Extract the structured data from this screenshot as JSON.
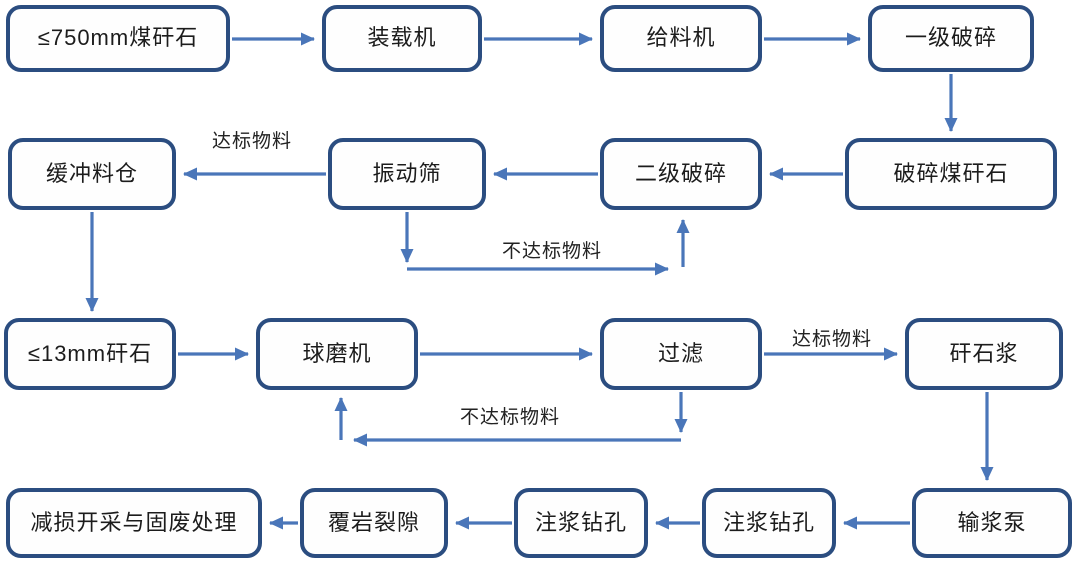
{
  "diagram": {
    "type": "flowchart",
    "background": "#ffffff",
    "colors": {
      "box_border": "#2b4d80",
      "box_fill": "#fefefe",
      "arrow": "#4a76b9",
      "text": "#1c1c1c"
    },
    "nodes": [
      {
        "id": "raw-gangue",
        "label": "≤750mm煤矸石"
      },
      {
        "id": "loader",
        "label": "装载机"
      },
      {
        "id": "feeder",
        "label": "给料机"
      },
      {
        "id": "primary-crusher",
        "label": "一级破碎"
      },
      {
        "id": "crushed-gangue",
        "label": "破碎煤矸石"
      },
      {
        "id": "secondary-crusher",
        "label": "二级破碎"
      },
      {
        "id": "vibrating-screen",
        "label": "振动筛"
      },
      {
        "id": "buffer-bin",
        "label": "缓冲料仓"
      },
      {
        "id": "small-gangue",
        "label": "≤13mm矸石"
      },
      {
        "id": "ball-mill",
        "label": "球磨机"
      },
      {
        "id": "filter",
        "label": "过滤"
      },
      {
        "id": "gangue-slurry",
        "label": "矸石浆"
      },
      {
        "id": "slurry-pump",
        "label": "输浆泵"
      },
      {
        "id": "grouting-borehole-1",
        "label": "注浆钻孔"
      },
      {
        "id": "grouting-borehole-2",
        "label": "注浆钻孔"
      },
      {
        "id": "overburden-fissure",
        "label": "覆岩裂隙"
      },
      {
        "id": "reduced-mining-waste-treatment",
        "label": "减损开采与固废处理"
      }
    ],
    "flow_labels": {
      "row2_qualified": "达标物料",
      "row2_unqualified": "不达标物料",
      "row3_qualified": "达标物料",
      "row3_unqualified": "不达标物料"
    },
    "edges": [
      {
        "from": "raw-gangue",
        "to": "loader",
        "label": ""
      },
      {
        "from": "loader",
        "to": "feeder",
        "label": ""
      },
      {
        "from": "feeder",
        "to": "primary-crusher",
        "label": ""
      },
      {
        "from": "primary-crusher",
        "to": "crushed-gangue",
        "label": ""
      },
      {
        "from": "crushed-gangue",
        "to": "secondary-crusher",
        "label": ""
      },
      {
        "from": "secondary-crusher",
        "to": "vibrating-screen",
        "label": ""
      },
      {
        "from": "vibrating-screen",
        "to": "buffer-bin",
        "label": "达标物料"
      },
      {
        "from": "vibrating-screen",
        "to": "secondary-crusher",
        "label": "不达标物料"
      },
      {
        "from": "buffer-bin",
        "to": "small-gangue",
        "label": ""
      },
      {
        "from": "small-gangue",
        "to": "ball-mill",
        "label": ""
      },
      {
        "from": "ball-mill",
        "to": "filter",
        "label": ""
      },
      {
        "from": "filter",
        "to": "gangue-slurry",
        "label": "达标物料"
      },
      {
        "from": "filter",
        "to": "ball-mill",
        "label": "不达标物料"
      },
      {
        "from": "gangue-slurry",
        "to": "slurry-pump",
        "label": ""
      },
      {
        "from": "slurry-pump",
        "to": "grouting-borehole-1",
        "label": ""
      },
      {
        "from": "grouting-borehole-1",
        "to": "grouting-borehole-2",
        "label": ""
      },
      {
        "from": "grouting-borehole-2",
        "to": "overburden-fissure",
        "label": ""
      },
      {
        "from": "overburden-fissure",
        "to": "reduced-mining-waste-treatment",
        "label": ""
      }
    ]
  }
}
